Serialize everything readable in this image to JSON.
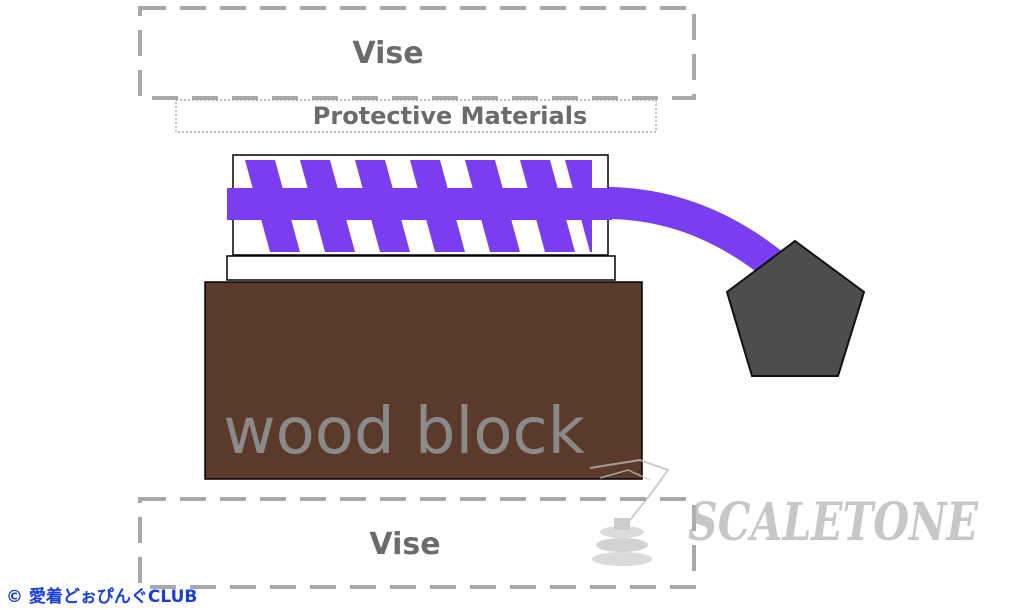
{
  "labels": {
    "vise_top": "Vise",
    "protective_materials": "Protective Materials",
    "wood_block": "wood block",
    "vise_bottom": "Vise"
  },
  "footer": {
    "copyright": "© 愛着どぉぴんぐCLUB"
  },
  "watermark": {
    "text": "SCALETONE"
  },
  "colors": {
    "wood": "#5c3a2b",
    "cable": "#7a3df0",
    "connector": "#4d4d4d",
    "vise_border": "#a8a8a8",
    "label_text": "#6b6b6b",
    "copyright": "#1a3fd6"
  }
}
